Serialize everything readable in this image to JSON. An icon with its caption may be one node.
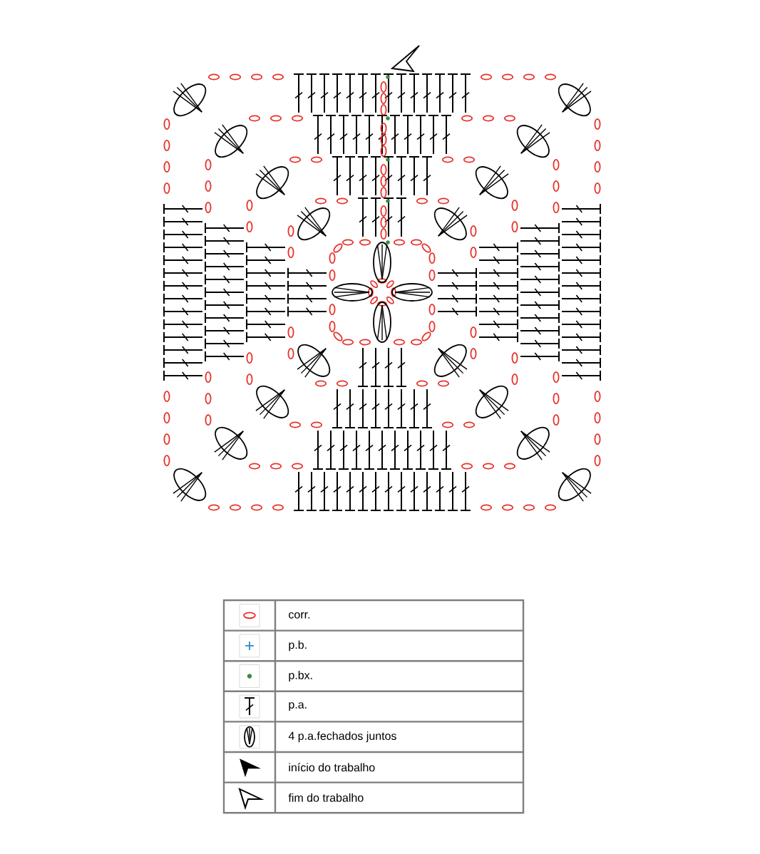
{
  "diagram": {
    "legend": [
      {
        "text": "corr."
      },
      {
        "text": "p.b."
      },
      {
        "text": "p.bx."
      },
      {
        "text": "p.a."
      },
      {
        "text": "4 p.a.fechados juntos"
      },
      {
        "text": "início do trabalho"
      },
      {
        "text": "fim do trabalho"
      }
    ]
  }
}
